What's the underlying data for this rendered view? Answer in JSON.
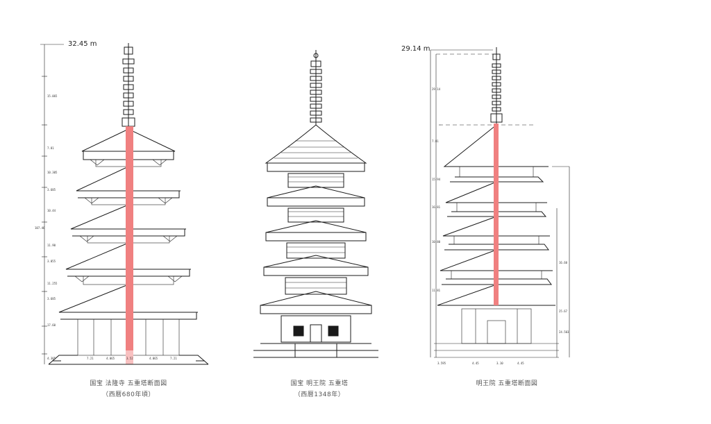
{
  "diagrams": [
    {
      "height_label": "32.45 m",
      "caption_line1": "国宝 法隆寺 五重塔断面図",
      "caption_line2": "（西暦680年頃）"
    },
    {
      "caption_line1": "国宝 明王院 五重塔",
      "caption_line2": "（西暦1348年）"
    },
    {
      "height_label": "29.14 m",
      "caption_line1": "明王院 五重塔断面図"
    }
  ],
  "colors": {
    "ink": "#1a1a1a",
    "central_pillar": "#f08080",
    "caption": "#555555"
  }
}
